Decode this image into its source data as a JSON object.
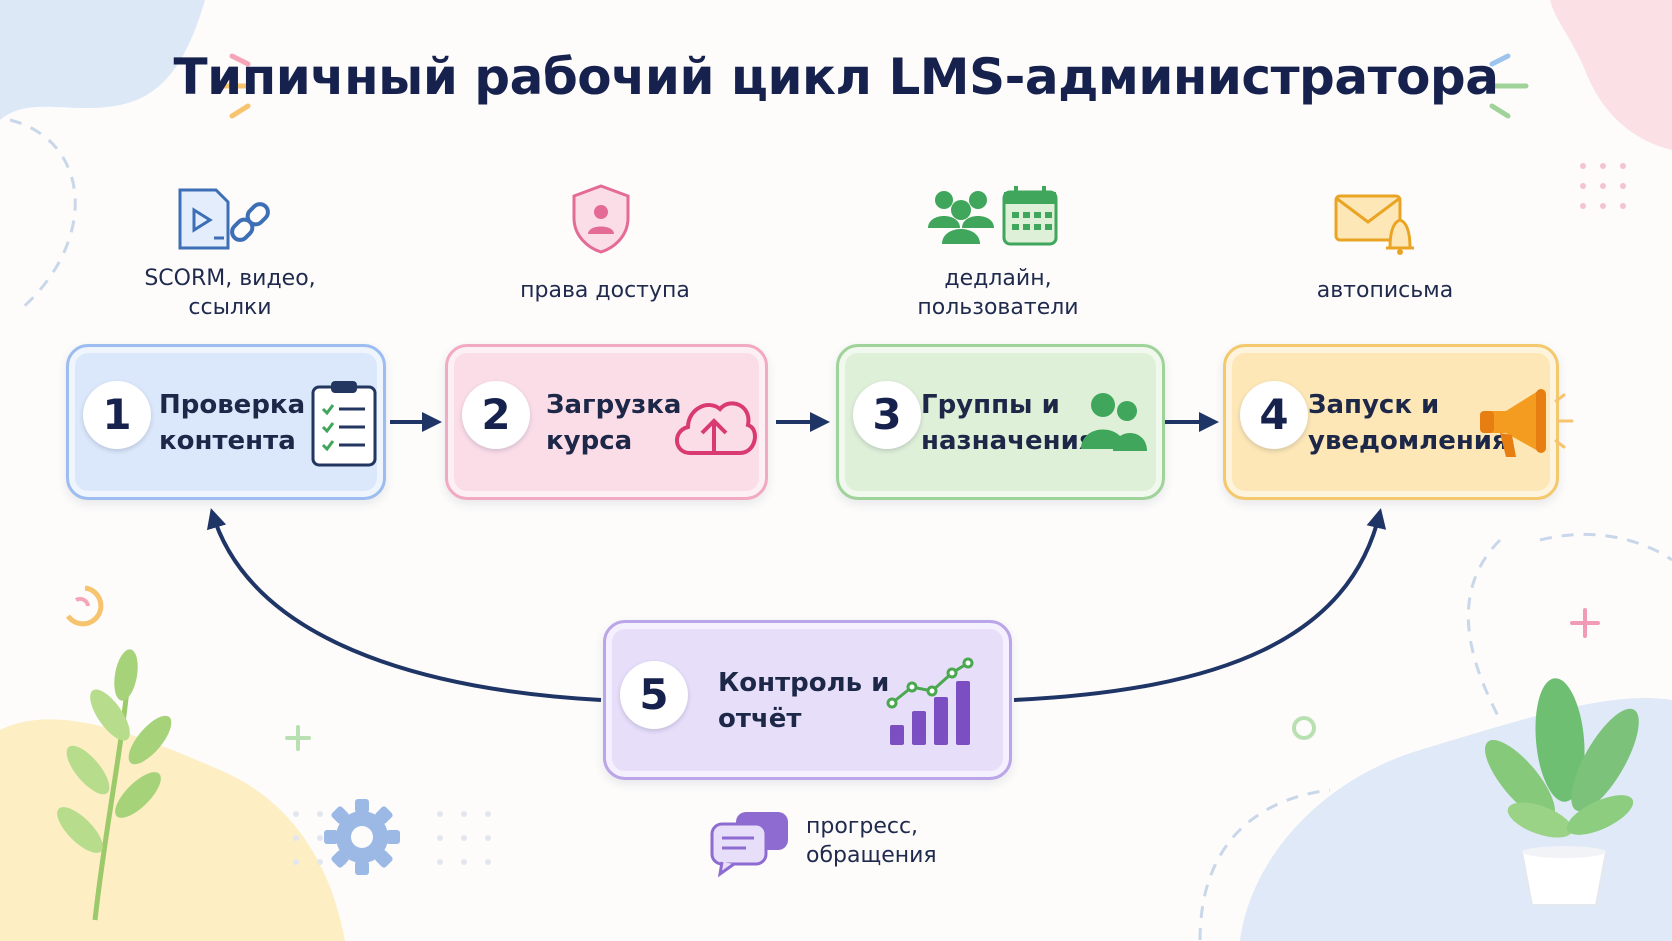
{
  "title": "Типичный рабочий цикл LMS-администратора",
  "steps": [
    {
      "number": "1",
      "label": "Проверка\nконтента",
      "caption": "SCORM, видео,\nссылки",
      "icon": "clipboard-checklist-icon",
      "color": "#9dbdf0"
    },
    {
      "number": "2",
      "label": "Загрузка\nкурса",
      "caption": "права доступа",
      "icon": "cloud-upload-icon",
      "color": "#f2a9c2"
    },
    {
      "number": "3",
      "label": "Группы и\nназначения",
      "caption": "дедлайн,\nпользователи",
      "icon": "users-group-icon",
      "color": "#9fd39a"
    },
    {
      "number": "4",
      "label": "Запуск и\nуведомления",
      "caption": "автописьма",
      "icon": "megaphone-icon",
      "color": "#f4c86d"
    },
    {
      "number": "5",
      "label": "Контроль и\nотчёт",
      "caption": "прогресс,\nобращения",
      "icon": "bar-chart-growth-icon",
      "color": "#baa5e8"
    }
  ],
  "accent_colors": {
    "title": "#16224d",
    "arrow": "#1f3566"
  }
}
